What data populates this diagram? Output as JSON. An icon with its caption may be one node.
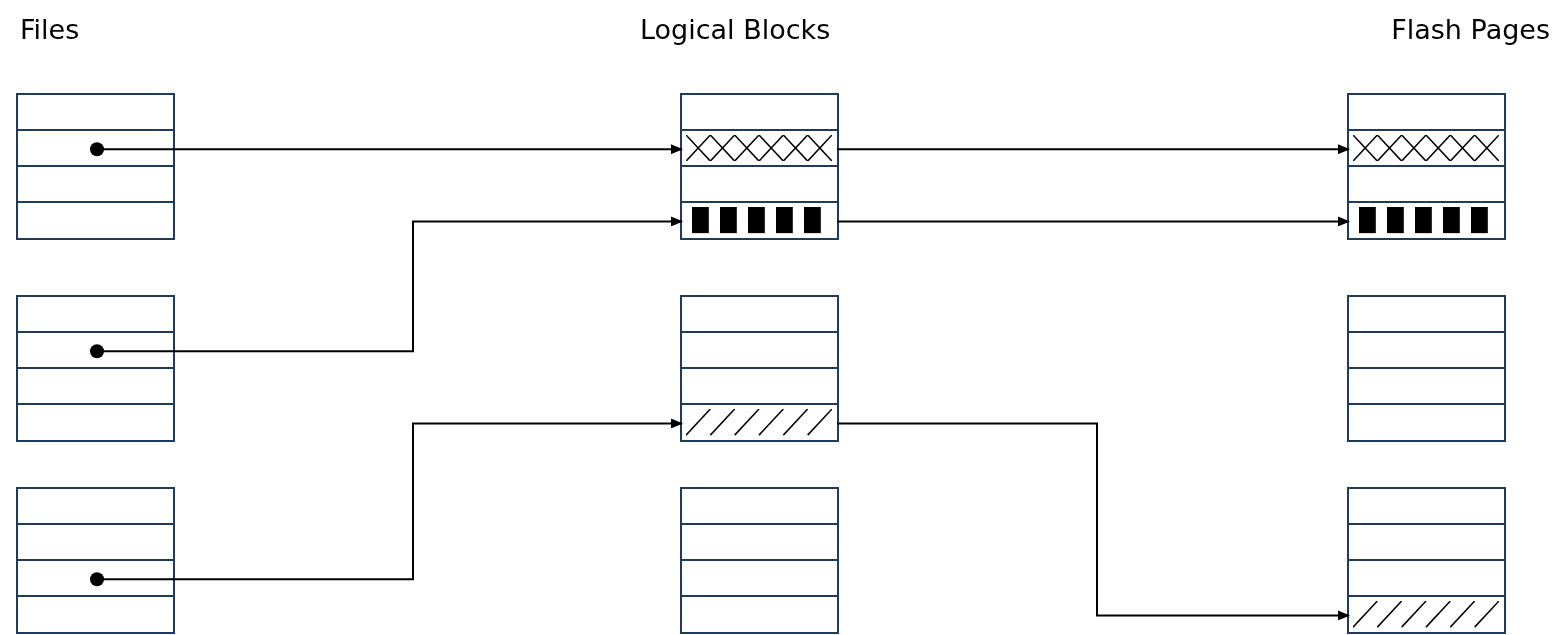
{
  "diagram": {
    "nodes": [
      {
        "text": [],
        "shape": "box"
      },
      {
        "text": [],
        "shape": "box",
        "in": 0
      },
      {
        "text": [],
        "shape": "box",
        "in": 0
      },
      {
        "text": [],
        "shape": "box",
        "in": 0
      },
      {
        "text": [],
        "shape": "box",
        "in": 0
      },
      {
        "text": [],
        "shape": "box"
      },
      {
        "text": [],
        "shape": "box",
        "in": 5
      },
      {
        "text": [],
        "shape": "box",
        "in": 5
      },
      {
        "text": [],
        "shape": "box",
        "in": 5
      },
      {
        "text": [],
        "shape": "box",
        "in": 5
      },
      {
        "text": [],
        "shape": "box"
      },
      {
        "text": [],
        "shape": "box",
        "in": 10
      },
      {
        "text": [],
        "shape": "box",
        "in": 10
      },
      {
        "text": [],
        "shape": "box",
        "in": 10
      },
      {
        "text": [],
        "shape": "box",
        "in": 10
      },
      {
        "text": [],
        "shape": "box"
      },
      {
        "text": [],
        "shape": "box",
        "in": 15
      },
      {
        "text": [],
        "shape": "box",
        "in": 15
      },
      {
        "text": [],
        "shape": "box",
        "in": 15
      },
      {
        "text": [],
        "shape": "box",
        "in": 15
      },
      {
        "text": [],
        "shape": "box"
      },
      {
        "text": [],
        "shape": "box",
        "in": 20
      },
      {
        "text": [],
        "shape": "box",
        "in": 20
      },
      {
        "text": [],
        "shape": "box",
        "in": 20
      },
      {
        "text": [],
        "shape": "box",
        "in": 20
      },
      {
        "text": [],
        "shape": "box"
      },
      {
        "text": [],
        "shape": "box",
        "in": 25
      },
      {
        "text": [],
        "shape": "box",
        "in": 25
      },
      {
        "text": [],
        "shape": "box",
        "in": 25
      },
      {
        "text": [],
        "shape": "box",
        "in": 25
      },
      {
        "text": [],
        "shape": "box"
      },
      {
        "text": [],
        "shape": "box",
        "in": 30
      },
      {
        "text": [],
        "shape": "box",
        "in": 30
      },
      {
        "text": [],
        "shape": "box",
        "in": 30
      },
      {
        "text": [],
        "shape": "box",
        "in": 30
      },
      {
        "text": [],
        "shape": "box"
      },
      {
        "text": [],
        "shape": "box",
        "in": 35
      },
      {
        "text": [],
        "shape": "box",
        "in": 35
      },
      {
        "text": [],
        "shape": "box",
        "in": 35
      },
      {
        "text": [],
        "shape": "box",
        "in": 35
      },
      {
        "text": [],
        "shape": "box"
      },
      {
        "text": [],
        "shape": "box",
        "in": 40
      },
      {
        "text": [],
        "shape": "box",
        "in": 40
      },
      {
        "text": [],
        "shape": "box",
        "in": 40
      },
      {
        "text": [],
        "shape": "box",
        "in": 40
      }
    ],
    "edges": [
      {
        "from": 2,
        "to": 7,
        "arrow": "to"
      },
      {
        "from": 7,
        "to": 12,
        "arrow": "to"
      },
      {
        "from": 17,
        "to": 9,
        "arrow": "to"
      },
      {
        "from": 9,
        "to": 14,
        "arrow": "to"
      },
      {
        "from": 33,
        "to": 24,
        "arrow": "to"
      },
      {
        "from": 24,
        "to": 44,
        "arrow": "to"
      }
    ],
    "labels": [
      "Files",
      "Logical Blocks",
      "Flash Pages"
    ]
  }
}
